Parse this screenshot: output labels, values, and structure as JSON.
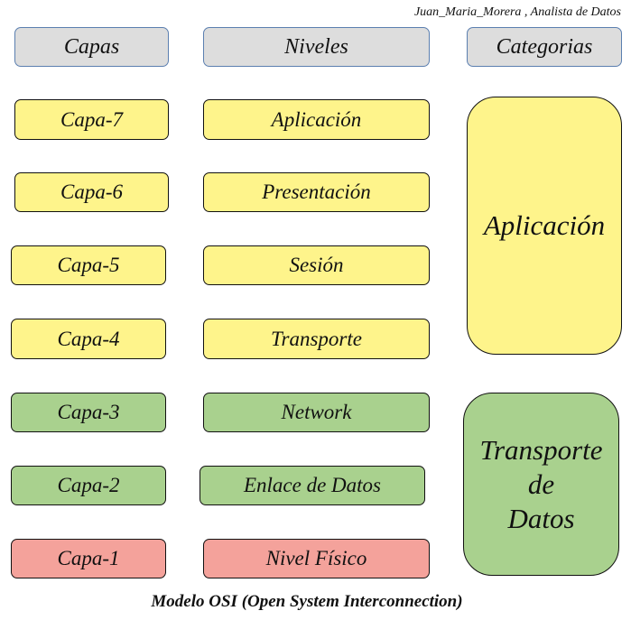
{
  "author": "Juan_Maria_Morera , Analista de Datos",
  "headers": {
    "capas": "Capas",
    "niveles": "Niveles",
    "categorias": "Categorias"
  },
  "capas": [
    "Capa-7",
    "Capa-6",
    "Capa-5",
    "Capa-4",
    "Capa-3",
    "Capa-2",
    "Capa-1"
  ],
  "niveles": [
    "Aplicación",
    "Presentación",
    "Sesión",
    "Transporte",
    "Network",
    "Enlace de Datos",
    "Nivel Físico"
  ],
  "categorias": {
    "aplicacion": "Aplicación",
    "transporte_lines": [
      "Transporte",
      "de",
      "Datos"
    ]
  },
  "caption": "Modelo OSI  (Open System Interconnection)",
  "colors": {
    "header": "#dddddd",
    "header_border": "#5b7fb0",
    "yellow": "#fef48b",
    "green": "#a9d18e",
    "red": "#f4a29b"
  }
}
